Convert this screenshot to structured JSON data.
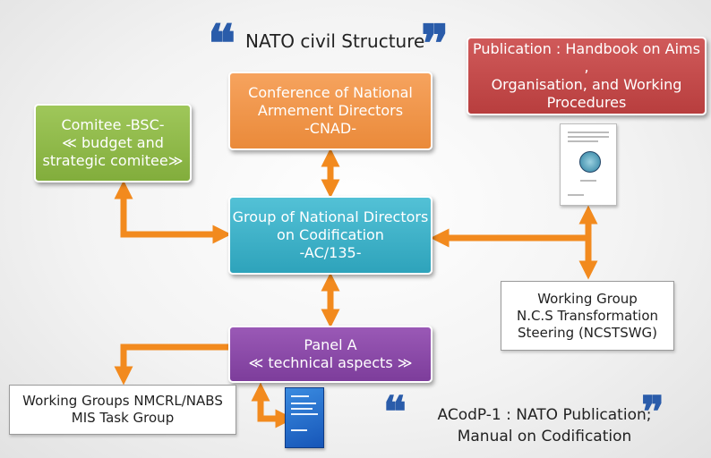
{
  "title": "NATO civil Structure",
  "boxes": {
    "cnad": "Conference of National\nArmement Directors\n-CNAD-",
    "bsc": "Comitee -BSC-\n≪ budget and\nstrategic comitee≫",
    "publication": "Publication : Handbook on Aims ,\nOrganisation, and Working\nProcedures",
    "ac135": "Group of National Directors\non Codification\n-AC/135-",
    "panel_a": "Panel A\n≪ technical  aspects ≫",
    "ncstswg": "Working Group\nN.C.S Transformation\nSteering (NCSTSWG)",
    "wg_nmcrl": "Working Groups NMCRL/NABS\nMIS Task Group"
  },
  "acodp_note": "ACodP-1 : NATO Publication;\nManual on Codification",
  "colors": {
    "arrow": "#f28a1e",
    "quote": "#2a5caa",
    "cnad": "#ee9144",
    "bsc": "#8bb646",
    "publication": "#c24848",
    "ac135": "#3bb0c8",
    "panel_a": "#8646a4"
  },
  "icons": {
    "quote_open": "❝",
    "quote_close": "❞"
  }
}
